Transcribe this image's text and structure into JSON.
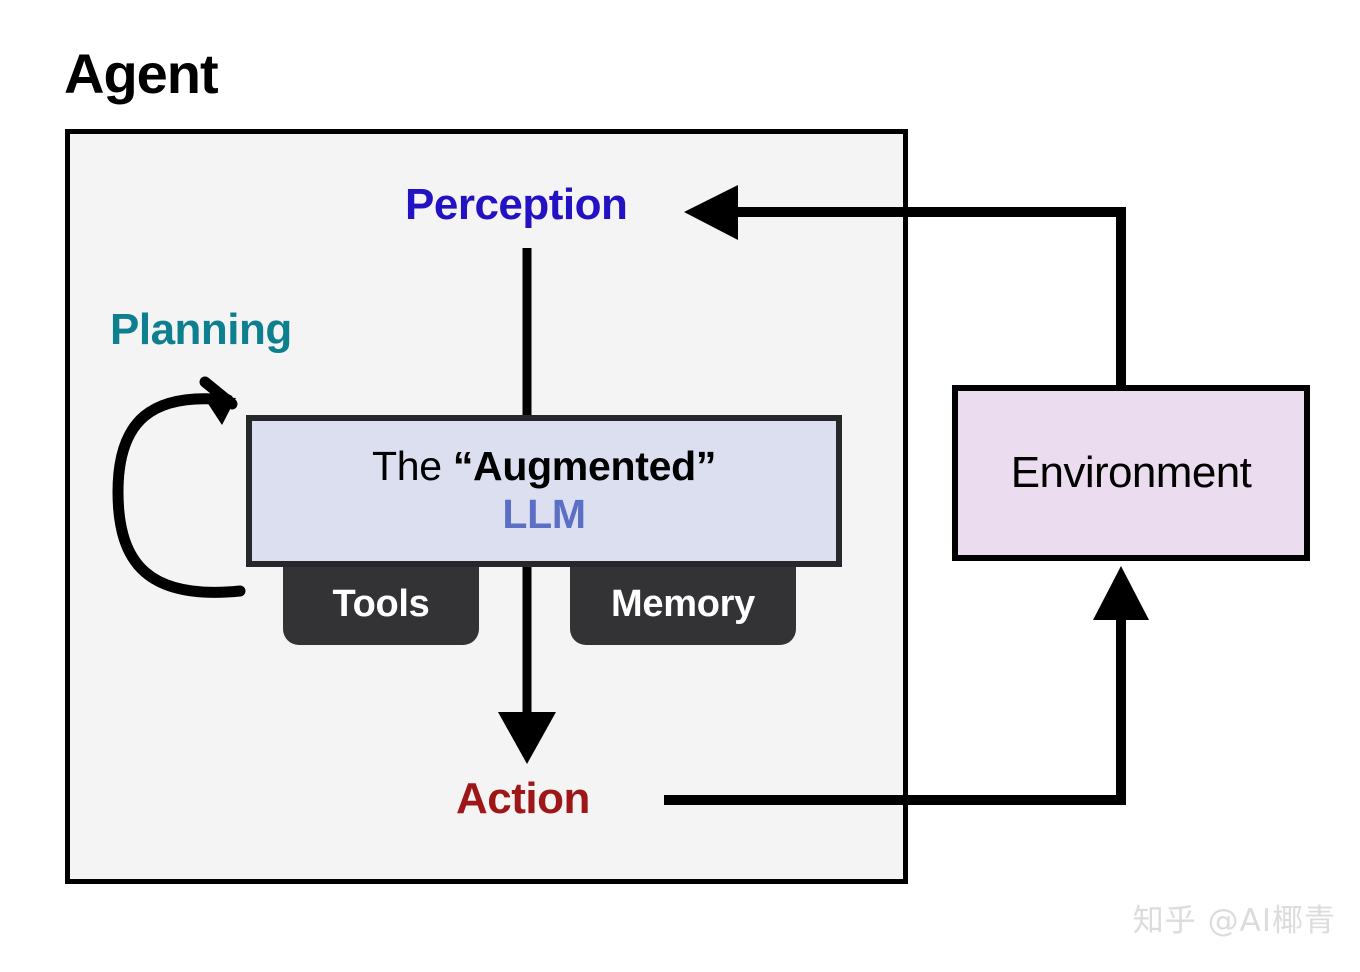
{
  "diagram": {
    "title": "Agent",
    "agent_container": {
      "label": "Agent",
      "fill_color": "#f4f4f4",
      "border_color": "#000000"
    },
    "nodes": {
      "perception": {
        "label": "Perception",
        "color": "#2311c4"
      },
      "planning": {
        "label": "Planning",
        "color": "#0d7f8e"
      },
      "action": {
        "label": "Action",
        "color": "#9e1618"
      },
      "llm": {
        "prefix": "The ",
        "quoted": "“Augmented”",
        "acronym": "LLM",
        "fill_color": "#dbdff0",
        "border_color": "#26262b",
        "acronym_color": "#5b6fc4"
      },
      "tools": {
        "label": "Tools",
        "fill_color": "#333336",
        "text_color": "#ffffff"
      },
      "memory": {
        "label": "Memory",
        "fill_color": "#333336",
        "text_color": "#ffffff"
      },
      "environment": {
        "label": "Environment",
        "fill_color": "#ecdcef",
        "border_color": "#000000",
        "text_color": "#000000"
      }
    },
    "edges": [
      {
        "name": "perception-to-llm",
        "from": "Perception",
        "to": "The “Augmented” LLM",
        "style": "straight-down",
        "arrowhead": false
      },
      {
        "name": "planning-self-loop",
        "from": "The “Augmented” LLM",
        "to": "The “Augmented” LLM",
        "style": "curved-loop",
        "arrowhead": true
      },
      {
        "name": "llm-to-action",
        "from": "The “Augmented” LLM",
        "to": "Action",
        "style": "straight-down",
        "arrowhead": true
      },
      {
        "name": "action-to-environment",
        "from": "Action",
        "to": "Environment",
        "style": "orthogonal-right-up",
        "arrowhead": true
      },
      {
        "name": "environment-to-perception",
        "from": "Environment",
        "to": "Perception",
        "style": "orthogonal-up-left",
        "arrowhead": true
      }
    ],
    "watermark": "知乎 @AI椰青"
  }
}
